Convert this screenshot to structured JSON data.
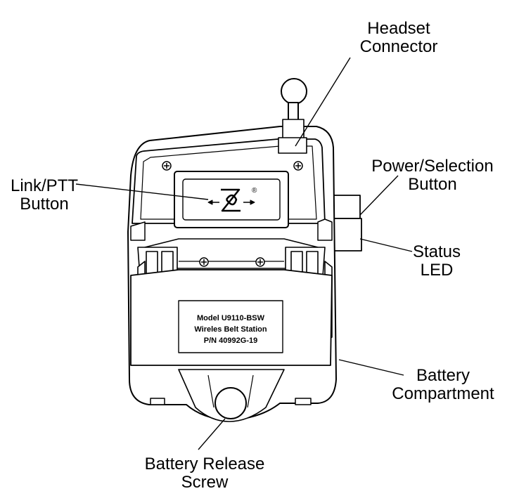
{
  "callouts": {
    "headset_connector": [
      "Headset",
      "Connector"
    ],
    "power_selection": [
      "Power/Selection",
      "Button"
    ],
    "link_ptt": [
      "Link/PTT",
      "Button"
    ],
    "status_led": [
      "Status",
      "LED"
    ],
    "battery_compartment": [
      "Battery",
      "Compartment"
    ],
    "battery_release": [
      "Battery Release",
      "Screw"
    ]
  },
  "device_label": {
    "line1": "Model U9110-BSW",
    "line2": "Wireles Belt Station",
    "line3": "P/N 40992G-19"
  },
  "logo": {
    "registered_mark": "®"
  }
}
